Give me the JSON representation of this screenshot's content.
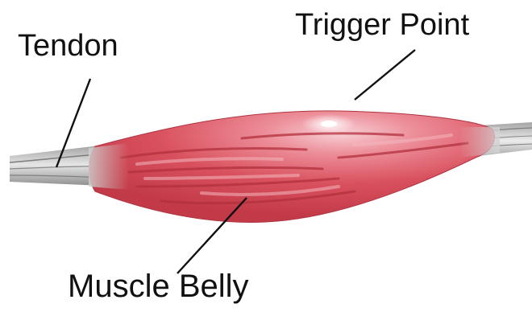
{
  "labels": {
    "tendon": "Tendon",
    "trigger_point": "Trigger Point",
    "muscle_belly": "Muscle Belly"
  },
  "colors": {
    "muscle": "#d8505c",
    "muscle_light": "#f2a6ae",
    "muscle_dark": "#b8323f",
    "tendon": "#c9c9c9",
    "leader_line": "#111111"
  },
  "icons": [
    "muscle-illustration"
  ]
}
